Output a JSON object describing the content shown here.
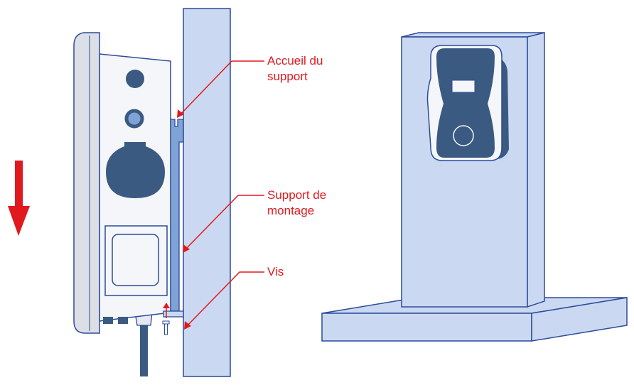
{
  "colors": {
    "annotation": "#e0191f",
    "outline": "#2d4b9a",
    "wall_fill": "#cad9f1",
    "device_dark": "#3b5a82",
    "device_light": "#f4f6fa",
    "device_side": "#dcdfe6",
    "cable": "#3b5a82"
  },
  "callouts": {
    "bracket_seat": "Accueil du\nsupport",
    "mounting_bracket": "Support de\nmontage",
    "screw": "Vis"
  },
  "icons": {
    "direction_arrow": "arrow-down-icon"
  }
}
